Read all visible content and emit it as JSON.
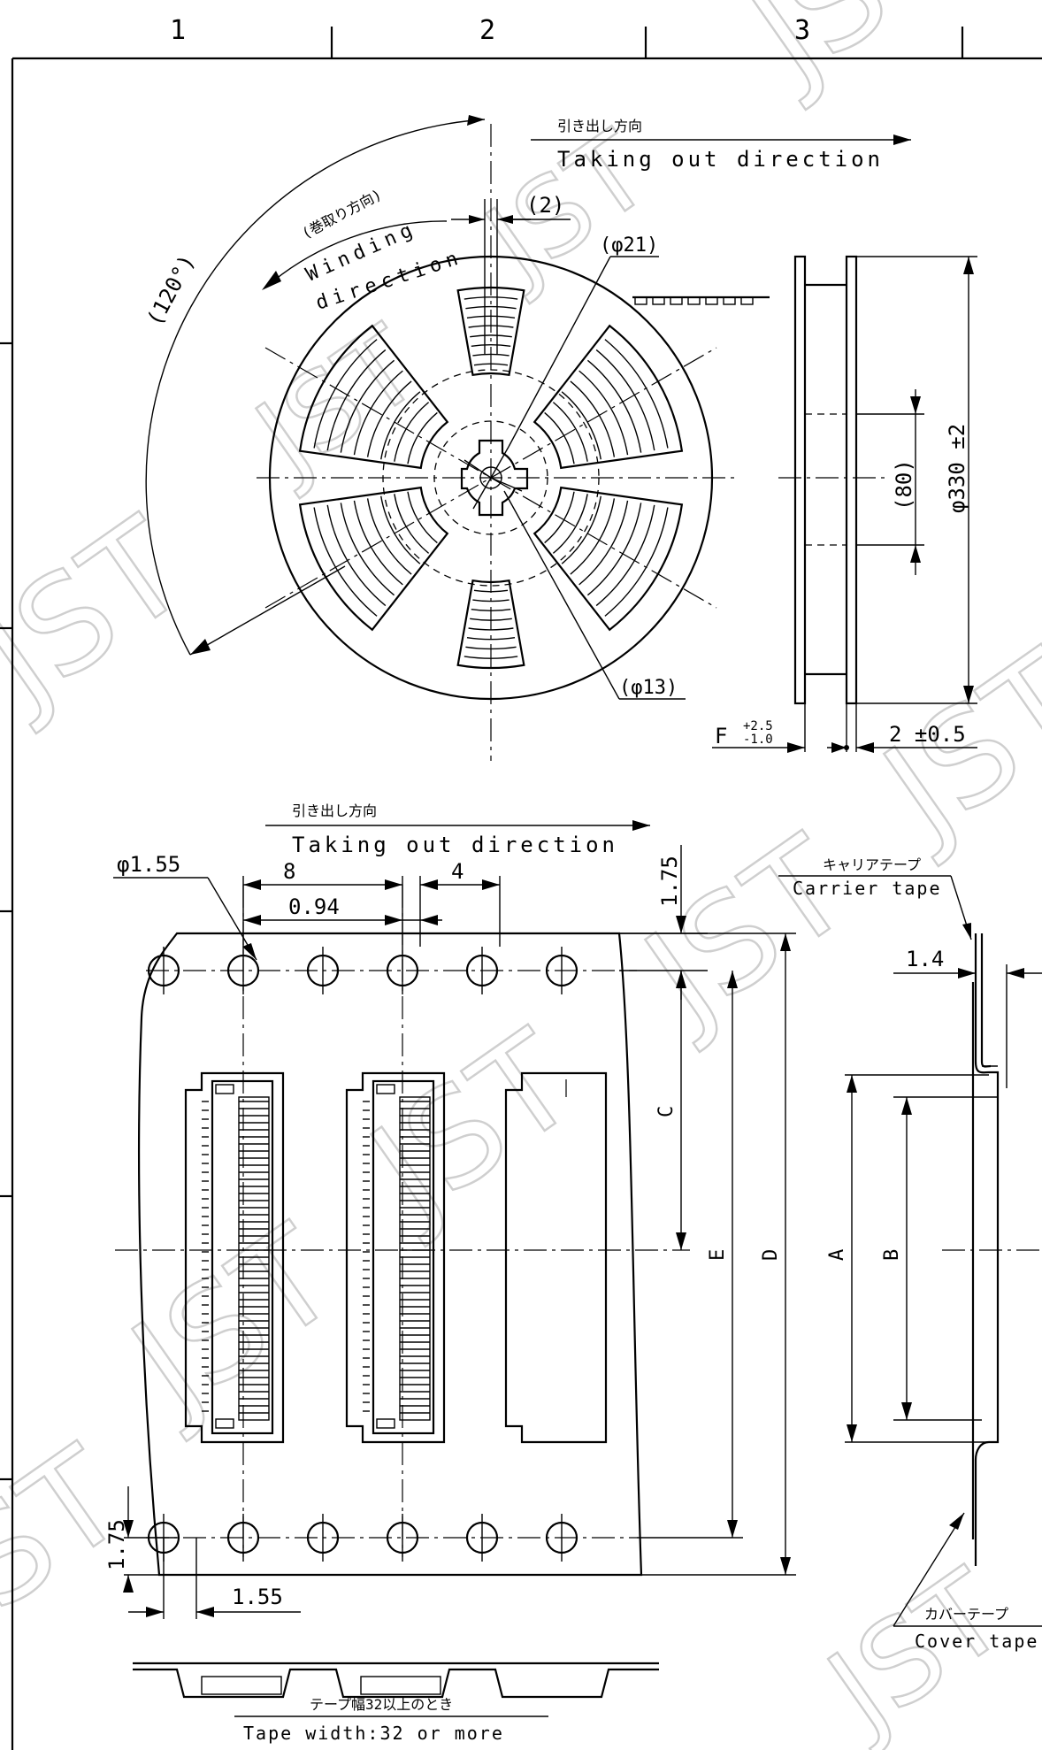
{
  "frame": {
    "zones": [
      "1",
      "2",
      "3"
    ]
  },
  "reel": {
    "take_out_jp": "引き出し方向",
    "take_out_en": "Taking out direction",
    "winding_jp": "(巻取り方向)",
    "winding_en_1": "Winding",
    "winding_en_2": "direction",
    "angle": "(120°)",
    "slot_width": "(2)",
    "hub_dia": "(φ21)",
    "arbor_dia": "(φ13)",
    "hub_width": "(80)",
    "reel_dia": "φ330 ±2",
    "flange_thickness": "2 ±0.5",
    "f_label": "F",
    "f_tol_plus": "+2.5",
    "f_tol_minus": "-1.0"
  },
  "tape": {
    "take_out_jp": "引き出し方向",
    "take_out_en": "Taking out direction",
    "hole_dia": "φ1.55",
    "pitch": "8",
    "hole_pitch": "4",
    "offset": "0.94",
    "edge_top": "1.75",
    "edge_bottom": "1.75",
    "hole_edge": "1.55",
    "dim_c": "C",
    "dim_e": "E",
    "dim_d": "D",
    "dim_a": "A",
    "dim_b": "B",
    "thickness": "1.4",
    "carrier_jp": "キャリアテープ",
    "carrier_en": "Carrier tape",
    "cover_jp": "カバーテープ",
    "cover_en": "Cover tape",
    "width_note_jp": "テープ幅32以上のとき",
    "width_note_en": "Tape width:32 or more"
  },
  "watermark": "JST"
}
